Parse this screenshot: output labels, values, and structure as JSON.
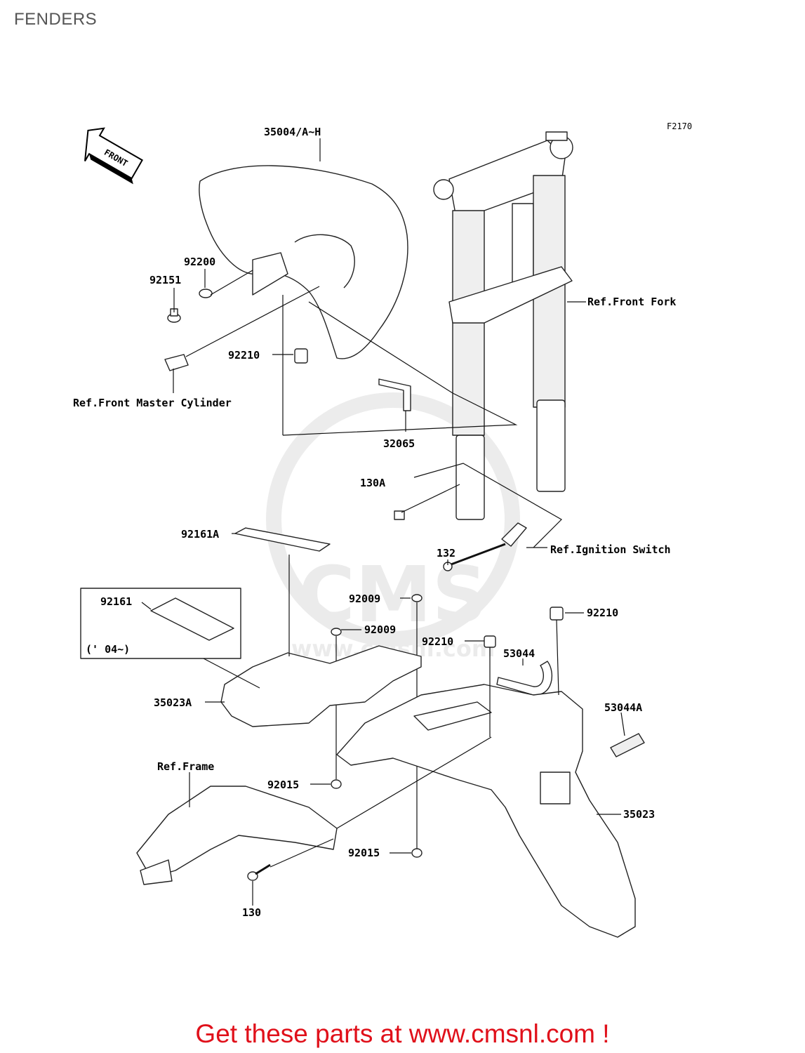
{
  "page": {
    "title": "FENDERS"
  },
  "diagram": {
    "figure_code": "F2170",
    "front_badge": "FRONT",
    "watermark": "www.cmsnl.com",
    "callouts": {
      "front_fender": "35004/A~H",
      "washer": "92200",
      "screw_92151": "92151",
      "clamp_upper": "92210",
      "front_master_cylinder": "Ref.Front Master Cylinder",
      "bracket_32065": "32065",
      "front_fork": "Ref.Front Fork",
      "bolt_130a": "130A",
      "pad_92161a": "92161A",
      "bolt_132": "132",
      "ignition_switch": "Ref.Ignition Switch",
      "pad_92161": "92161",
      "year_note": "(' 04~)",
      "screw_92009_a": "92009",
      "screw_92009_b": "92009",
      "clamp_92210_mid": "92210",
      "clamp_92210_right": "92210",
      "hose_53044": "53044",
      "hose_53044a": "53044A",
      "inner_fender": "35023A",
      "frame": "Ref.Frame",
      "nut_92015_a": "92015",
      "nut_92015_b": "92015",
      "rear_fender": "35023",
      "bolt_130": "130"
    }
  },
  "footer": {
    "cta": "Get these parts at www.cmsnl.com !"
  }
}
